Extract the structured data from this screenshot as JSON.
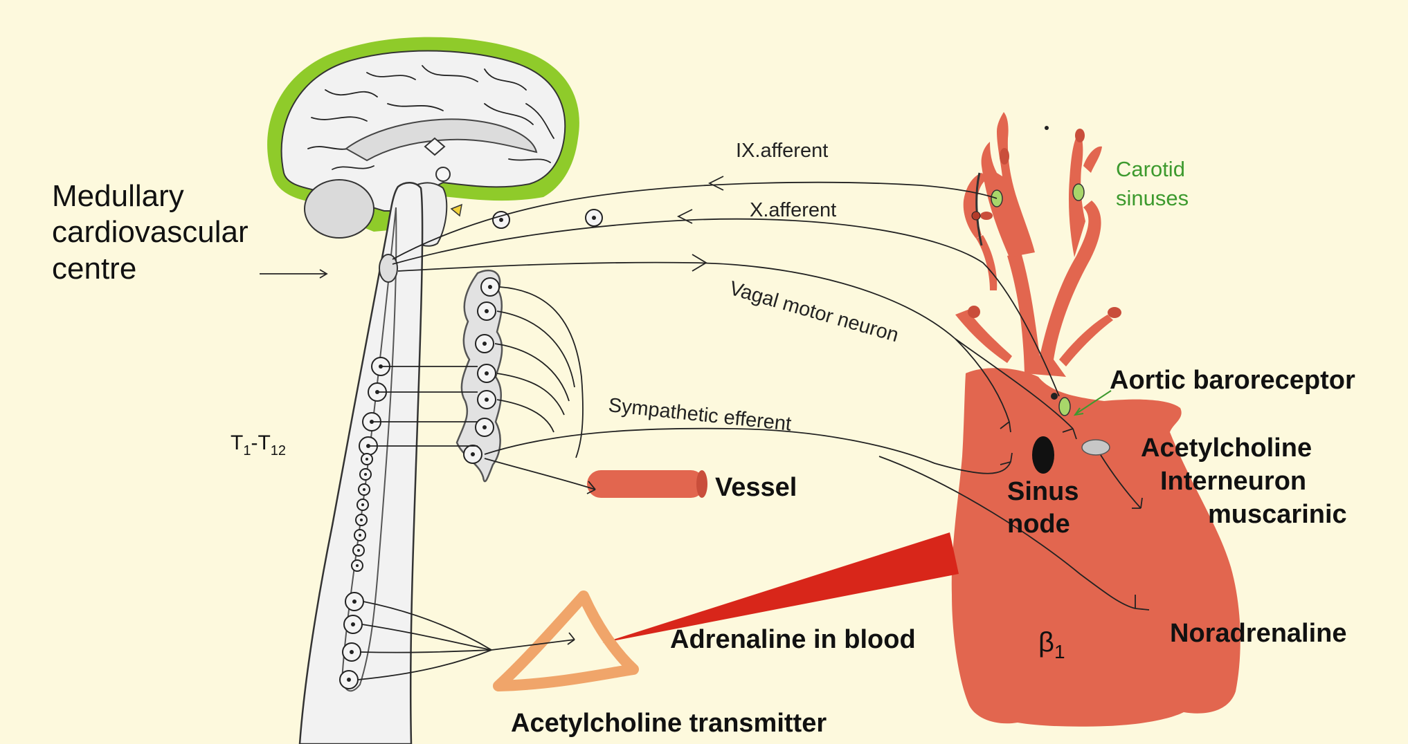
{
  "labels": {
    "medullary": [
      "Medullary",
      "cardiovascular",
      "centre"
    ],
    "ix_afferent": "IX.afferent",
    "x_afferent": "X.afferent",
    "vagal_motor": "Vagal motor neuron",
    "sympathetic_efferent": "Sympathetic efferent",
    "carotid": [
      "Carotid",
      "sinuses"
    ],
    "aortic": "Aortic baroreceptor",
    "acetylcholine": "Acetylcholine",
    "interneuron": "Interneuron",
    "muscarinic": "muscarinic",
    "sinus_node": [
      "Sinus",
      "node"
    ],
    "vessel": "Vessel",
    "t_segment": {
      "t": "T",
      "sub1": "1",
      "dash": "-T",
      "sub2": "12"
    },
    "beta": {
      "symbol": "β",
      "sub": "1"
    },
    "noradrenaline": "Noradrenaline",
    "adrenaline": "Adrenaline in blood",
    "ach_transmitter": "Acetylcholine transmitter"
  },
  "colors": {
    "background": "#fdf9dd",
    "heart": "#e2664f",
    "vessel": "#e2664f",
    "gland": "#f0a56a",
    "blood_beam": "#d8261a",
    "meninges": "#8fcb2a",
    "carotid_text": "#3d9a2e"
  }
}
